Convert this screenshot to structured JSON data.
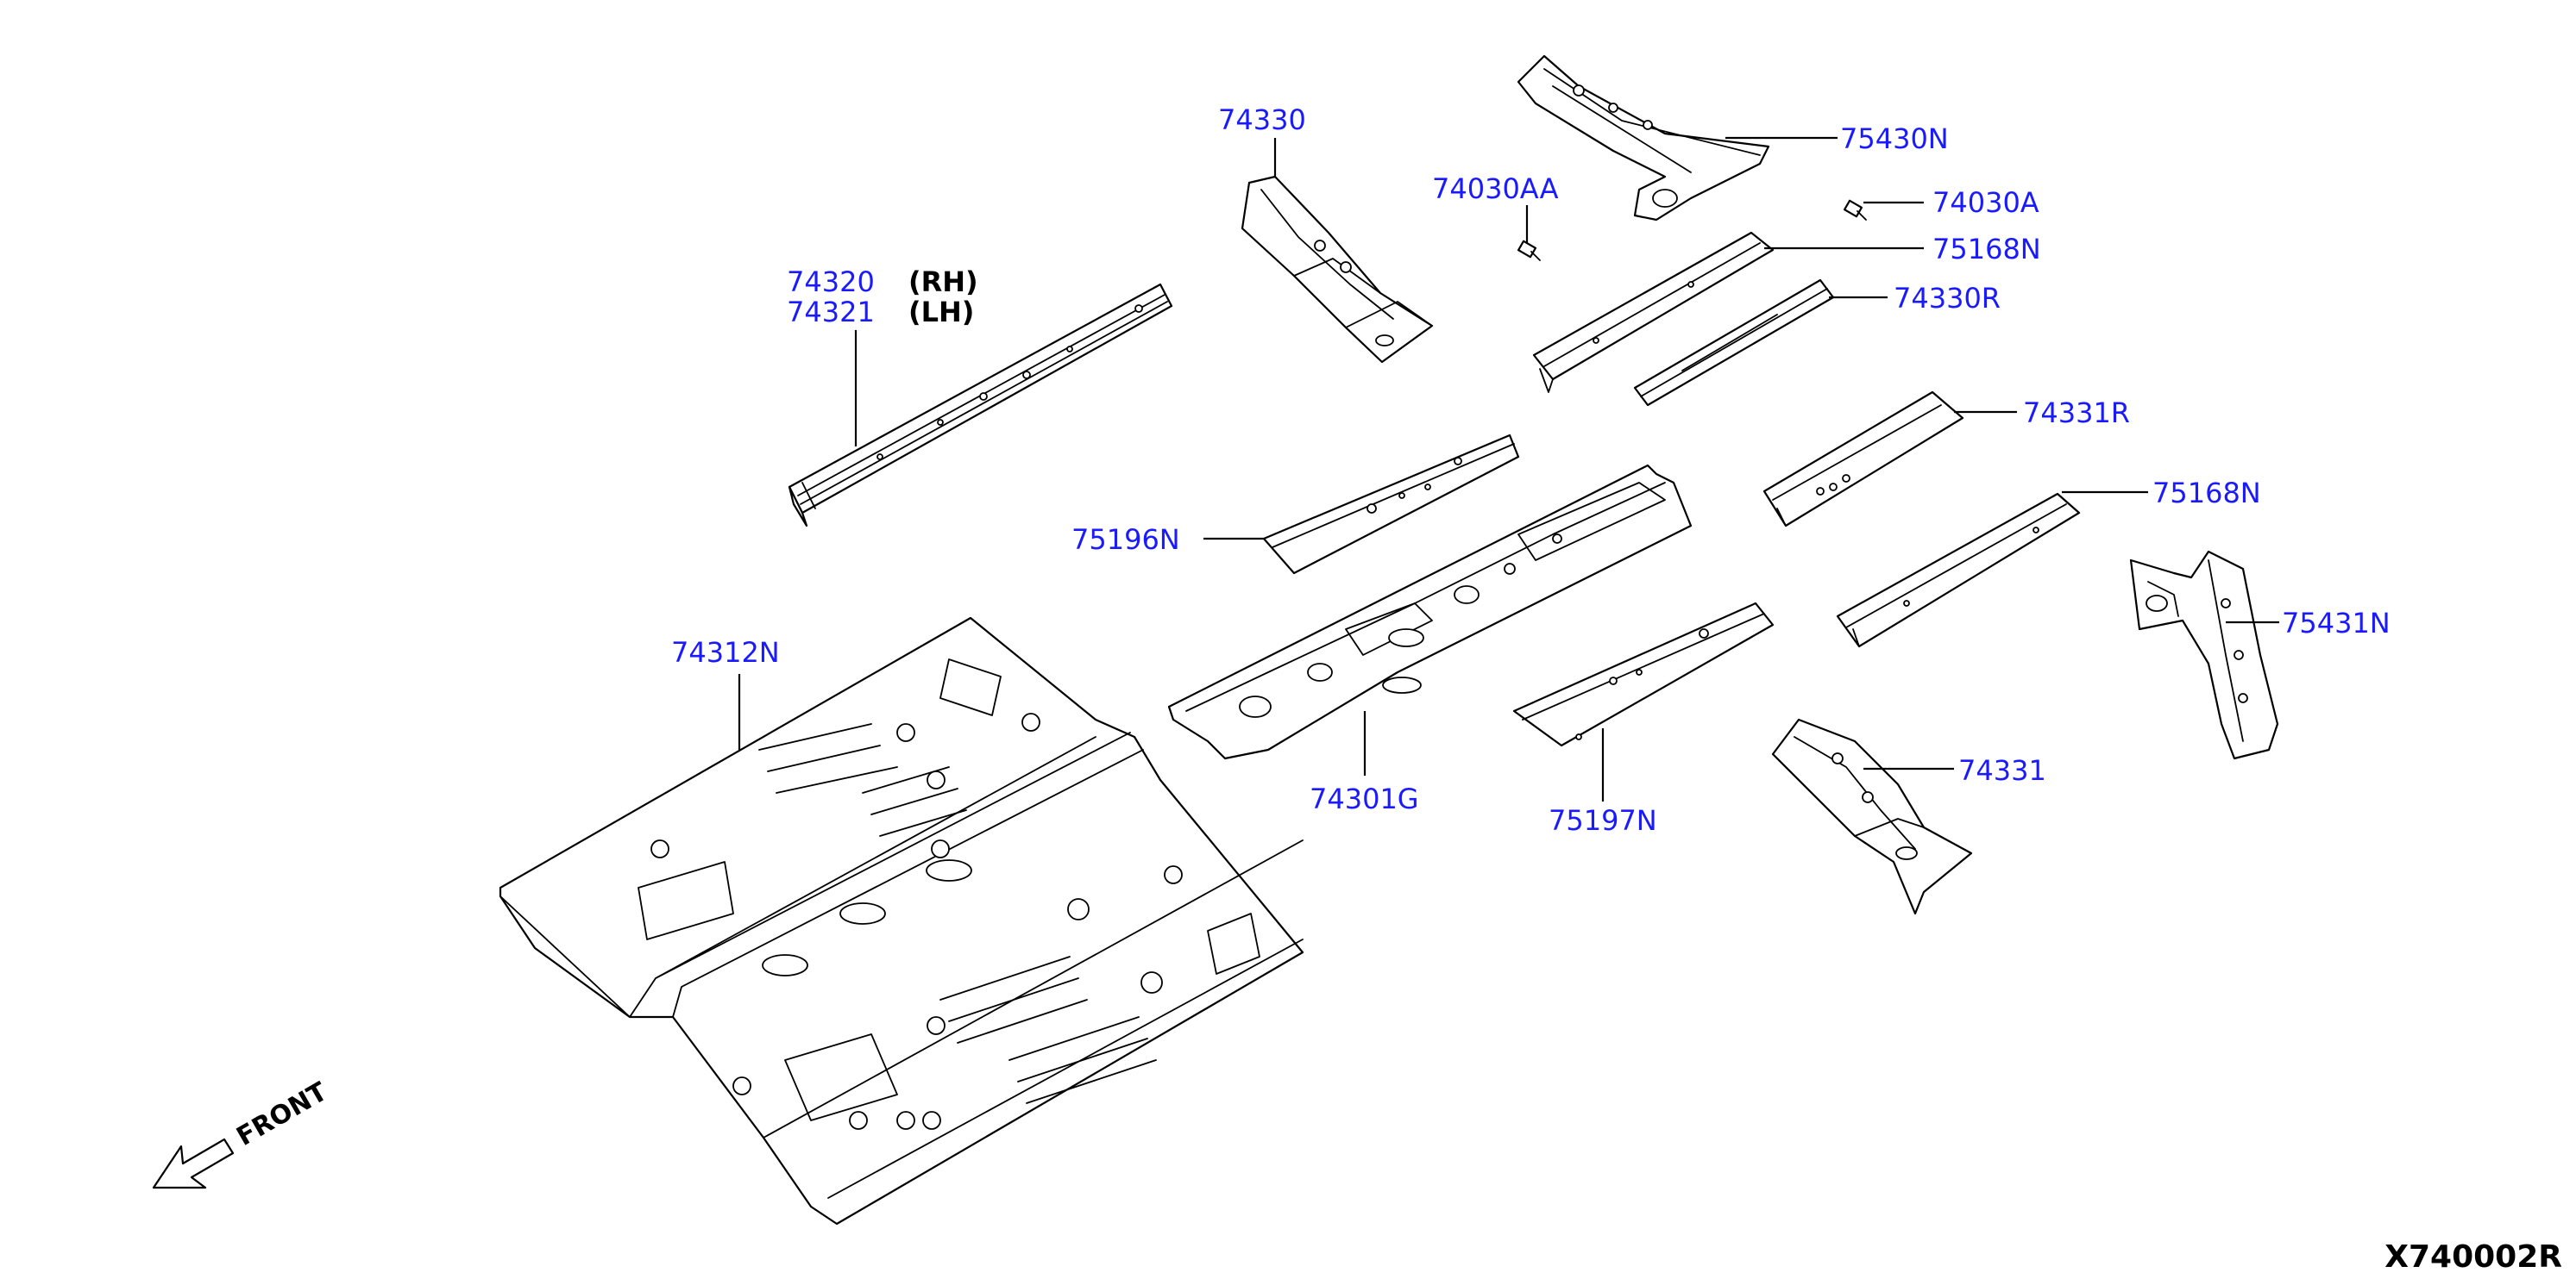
{
  "labels": {
    "p74330": "74330",
    "p75430N": "75430N",
    "p74030AA": "74030AA",
    "p74030A": "74030A",
    "p75168N_upper": "75168N",
    "p74330R": "74330R",
    "p74320": "74320",
    "p74321": "74321",
    "p74331R": "74331R",
    "p75168N_lower": "75168N",
    "p75196N": "75196N",
    "p75431N": "75431N",
    "p74312N": "74312N",
    "p74331": "74331",
    "p74301G": "74301G",
    "p75197N": "75197N"
  },
  "side_marks": {
    "rh": "(RH)",
    "lh": "(LH)"
  },
  "direction": {
    "text": "FRONT",
    "icon": "front-arrow-icon"
  },
  "diagram_code": "X740002R",
  "colors": {
    "label": "#1a1aff",
    "line": "#000000",
    "background": "#ffffff"
  }
}
